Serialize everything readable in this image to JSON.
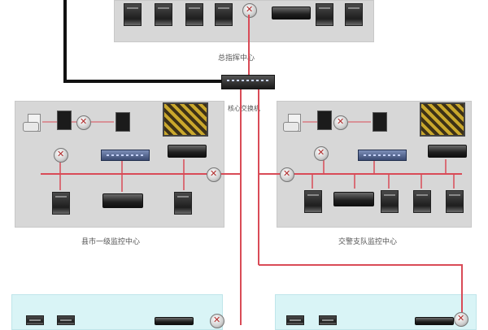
{
  "center_top": {
    "caption": "总指挥中心"
  },
  "core_switch": {
    "caption": "核心交换机"
  },
  "left_center": {
    "caption": "县市一级监控中心"
  },
  "right_center": {
    "caption": "交警支队监控中心"
  },
  "colors": {
    "link_red": "#d94b57",
    "trunk_black": "#111111",
    "gray_panel": "#d7d7d7",
    "cyan_panel": "#d9f4f6"
  },
  "icons": [
    "tower-server-icon",
    "dvr-icon",
    "switch-icon",
    "video-wall-icon",
    "router-icon",
    "camera-icon",
    "monitor-icon"
  ]
}
